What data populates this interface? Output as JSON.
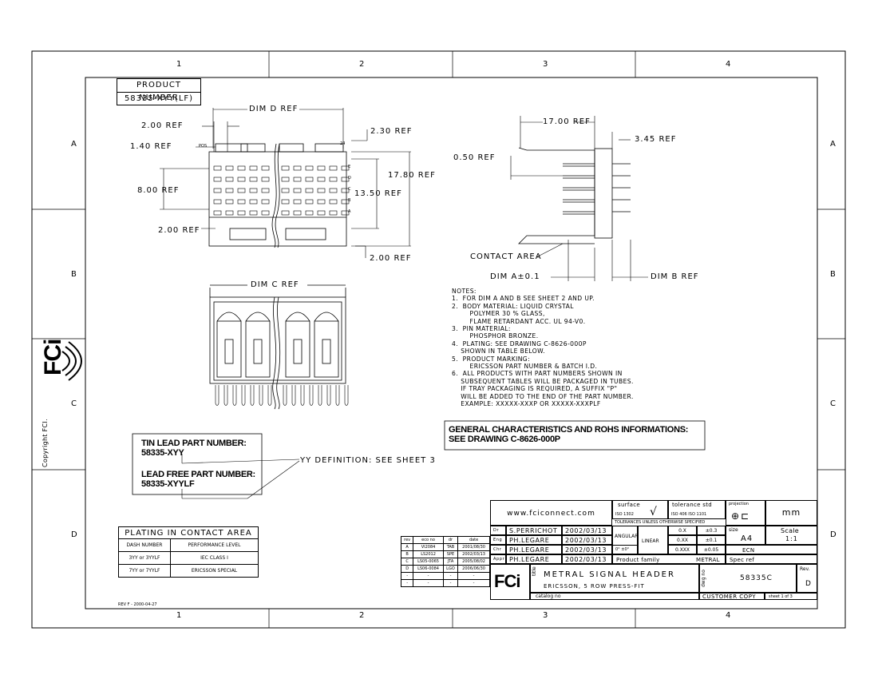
{
  "frame": {
    "cols": [
      "1",
      "2",
      "3",
      "4"
    ],
    "rows": [
      "A",
      "B",
      "C",
      "D"
    ],
    "copyright": "Copyright FCI.",
    "rev_note": "REV F - 2000-04-27"
  },
  "product": {
    "header": "PRODUCT NUMBER",
    "value": "58335-XYY(LF)"
  },
  "dims": {
    "dim_d": "DIM D REF",
    "ref_200_top": "2.00 REF",
    "ref_140": "1.40 REF",
    "pos": "POS",
    "pos_24": "24",
    "ref_230": "2.30 REF",
    "ref_1780": "17.80 REF",
    "ref_800": "8.00 REF",
    "ref_1350": "13.50 REF",
    "ref_200_left": "2.00 REF",
    "ref_200_bottom": "2.00 REF",
    "row_letters": [
      "E",
      "D",
      "C",
      "B",
      "A"
    ],
    "ref_1700": "17.00 REF",
    "ref_345": "3.45 REF",
    "ref_050": "0.50 REF",
    "contact_area": "CONTACT AREA",
    "dim_a": "DIM A±0.1",
    "dim_b": "DIM B REF",
    "dim_c": "DIM C REF"
  },
  "notes": [
    "NOTES:",
    "1.  FOR DIM A AND B SEE SHEET 2 AND UP.",
    "2.  BODY MATERIAL: LIQUID CRYSTAL",
    "        POLYMER 30 % GLASS,",
    "        FLAME RETARDANT ACC. UL 94-V0.",
    "3.  PIN MATERIAL:",
    "        PHOSPHOR BRONZE.",
    "4.  PLATING: SEE DRAWING C-8626-000P",
    "    SHOWN IN TABLE BELOW.",
    "5.  PRODUCT MARKING:",
    "        ERICSSON PART NUMBER & BATCH I.D.",
    "6.  ALL PRODUCTS WITH PART NUMBERS SHOWN IN",
    "    SUBSEQUENT TABLES WILL BE PACKAGED IN TUBES.",
    "    IF TRAY PACKAGING IS REQUIRED, A SUFFIX \"P\"",
    "    WILL BE ADDED TO THE END OF THE PART NUMBER.",
    "    EXAMPLE: XXXXX-XXXP OR XXXXX-XXXPLF"
  ],
  "general": [
    "GENERAL CHARACTERISTICS AND ROHS INFORMATIONS:",
    "SEE DRAWING C-8626-000P"
  ],
  "lead": {
    "tin_label": "TIN LEAD PART NUMBER:",
    "tin_value": "58335-XYY",
    "free_label": "LEAD FREE PART NUMBER:",
    "free_value": "58335-XYYLF",
    "yy_def": "YY DEFINITION: SEE SHEET 3"
  },
  "plating": {
    "title": "PLATING IN CONTACT AREA",
    "headers": [
      "DASH NUMBER",
      "PERFORMANCE LEVEL"
    ],
    "rows": [
      [
        "3YY or 3YYLF",
        "IEC CLASS I"
      ],
      [
        "7YY or 7YYLF",
        "ERICSSON SPECIAL"
      ]
    ]
  },
  "revisions": {
    "headers": [
      "rev",
      "eco no",
      "dr",
      "date"
    ],
    "rows": [
      [
        "A",
        "VI2084",
        "TAB",
        "2001/08/30"
      ],
      [
        "B",
        "LS2012",
        "SPE",
        "2002/03/13"
      ],
      [
        "C",
        "LS05-0065",
        "JTA",
        "2005/08/02"
      ],
      [
        "D",
        "LS06-0084",
        "LGO",
        "2006/06/30"
      ],
      [
        "-",
        "-",
        "-",
        "-"
      ],
      [
        "-",
        "-",
        "-",
        "-"
      ]
    ]
  },
  "title_block": {
    "website": "www.fciconnect.com",
    "surface": "surface",
    "surface_std": "ISO 1302",
    "tolerance": "tolerance std",
    "tolerance_std": "ISO 406  ISO 1101",
    "tol_note": "TOLERANCES UNLESS OTHERWISE SPECIFIED",
    "projection": "projection",
    "units": "mm",
    "signoffs": [
      [
        "Dr",
        "S.PERRICHOT",
        "2002/03/13"
      ],
      [
        "Eng",
        "PH.LEGARE",
        "2002/03/13"
      ],
      [
        "Chr",
        "PH.LEGARE",
        "2002/03/13"
      ],
      [
        "Appr",
        "PH.LEGARE",
        "2002/03/13"
      ]
    ],
    "angular": "ANGULAR",
    "angular_val": "0°  ±0°",
    "linear": "LINEAR",
    "lin_rows": [
      [
        "0.X",
        "±0.3"
      ],
      [
        "0.XX",
        "±0.1"
      ],
      [
        "0.XXX",
        "±0.05"
      ]
    ],
    "size_label": "size",
    "size": "A4",
    "scale_label": "Scale",
    "scale": "1:1",
    "ecn": "ECN",
    "product_family": "Product family",
    "family": "METRAL",
    "spec_ref": "Spec ref",
    "title_label": "title",
    "title1": "METRAL SIGNAL HEADER",
    "title2": "ERICSSON, 5 ROW PRESS-FIT",
    "dwg_label": "dwg no",
    "dwg_no": "58335C",
    "rev_label": "Rev.",
    "rev": "D",
    "catalog": "catalog no",
    "customer_copy": "CUSTOMER COPY",
    "sheet": "sheet 1 of 3"
  },
  "logo": "FCi"
}
